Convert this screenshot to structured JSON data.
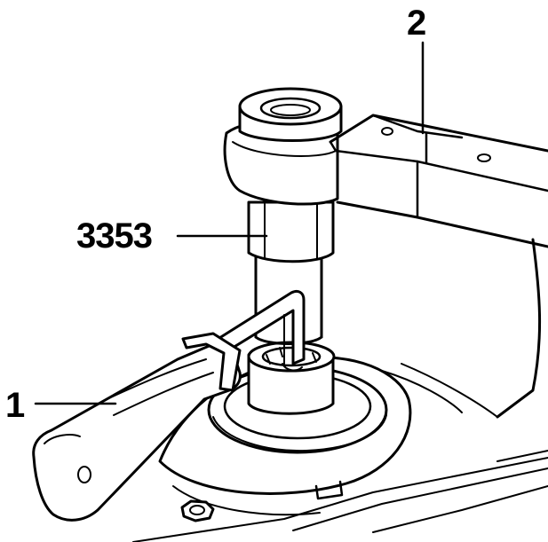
{
  "callouts": {
    "torque_wrench": "2",
    "socket_tool": "3353",
    "hex_key_handle": "1"
  },
  "colors": {
    "ink": "#000000",
    "paper": "#ffffff"
  }
}
